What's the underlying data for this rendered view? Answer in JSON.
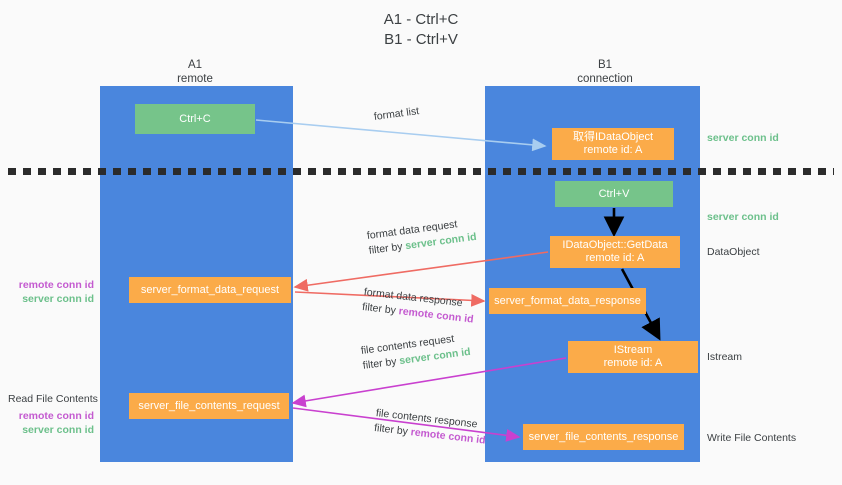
{
  "title": {
    "line1": "A1 - Ctrl+C",
    "line2": "B1 - Ctrl+V"
  },
  "columns": [
    {
      "name": "A1",
      "sub": "remote"
    },
    {
      "name": "B1",
      "sub": "connection"
    }
  ],
  "boxes": {
    "ctrl_c": {
      "label": "Ctrl+C",
      "color": "#76c48a"
    },
    "ctrl_v": {
      "label": "Ctrl+V",
      "color": "#76c48a"
    },
    "idataobject": {
      "line1": "取得IDataObject",
      "line2": "remote id: A",
      "color": "#fbab49"
    },
    "getdata": {
      "line1": "IDataObject::GetData",
      "line2": "remote id: A",
      "color": "#fbab49"
    },
    "istream": {
      "line1": "IStream",
      "line2": "remote id: A",
      "color": "#fbab49"
    },
    "server_format_data_request": {
      "label": "server_format_data_request",
      "color": "#fbab49"
    },
    "server_format_data_response": {
      "label": "server_format_data_response",
      "color": "#fbab49"
    },
    "server_file_contents_request": {
      "label": "server_file_contents_request",
      "color": "#fbab49"
    },
    "server_file_contents_response": {
      "label": "server_file_contents_response",
      "color": "#fbab49"
    }
  },
  "edges": {
    "format_list": {
      "label": "format list"
    },
    "format_data_request": {
      "line1": "format data request",
      "filter_prefix": "filter by ",
      "filter_value": "server conn id"
    },
    "format_data_response": {
      "line1": "format data response",
      "filter_prefix": "filter by ",
      "filter_value": "remote conn id"
    },
    "file_contents_request": {
      "line1": "file contents request",
      "filter_prefix": "filter by ",
      "filter_value": "server conn id"
    },
    "file_contents_response": {
      "line1": "file contents response",
      "filter_prefix": "filter by ",
      "filter_value": "remote conn id"
    }
  },
  "right_labels": {
    "server_conn_id_top": "server conn id",
    "server_conn_id_mid": "server conn id",
    "dataobject": "DataObject",
    "istream": "Istream",
    "write_file_contents": "Write File Contents"
  },
  "left_labels": {
    "remote_conn_id_1": "remote conn id",
    "server_conn_id_1": "server conn id",
    "read_file_contents": "Read File Contents",
    "remote_conn_id_2": "remote conn id",
    "server_conn_id_2": "server conn id"
  },
  "colors": {
    "lane": "#4a86dd",
    "green_box": "#76c48a",
    "orange_box": "#fbab49",
    "green_text": "#6cc08b",
    "purple_text": "#c45ad0",
    "arrow_blue": "#a8cdf0",
    "arrow_red": "#ef6b63",
    "arrow_magenta": "#c940cf",
    "arrow_black": "#000000",
    "background": "#fafafa"
  }
}
